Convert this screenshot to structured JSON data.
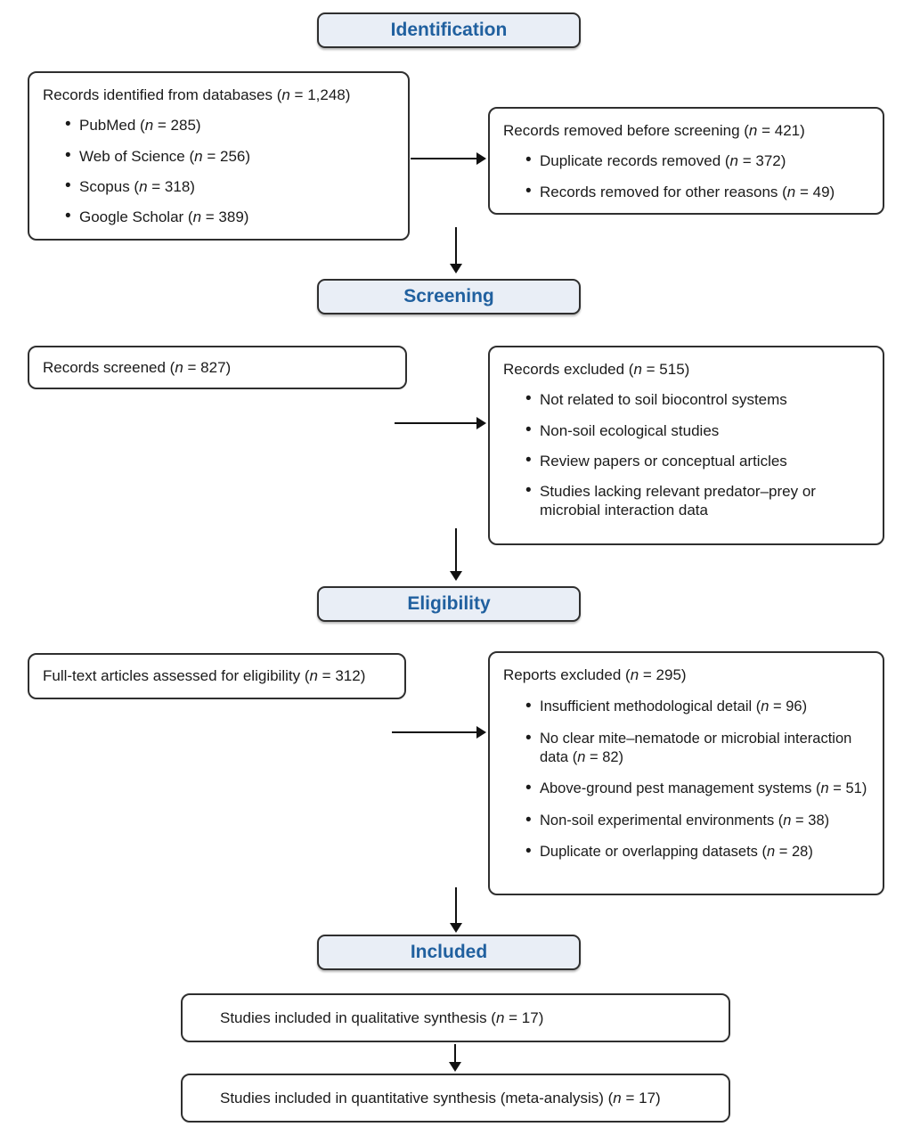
{
  "colors": {
    "header_fill": "#e9eef6",
    "header_text": "#20609f",
    "box_border": "#2f2f2f",
    "arrow": "#111111",
    "background": "#ffffff"
  },
  "headers": {
    "identification": "Identification",
    "screening": "Screening",
    "eligibility": "Eligibility",
    "included": "Included"
  },
  "identification": {
    "records_identified": {
      "title": "Records identified from databases (n = 1,248)",
      "items": [
        "PubMed (n = 285)",
        "Web of Science (n = 256)",
        "Scopus (n = 318)",
        "Google Scholar (n = 389)"
      ]
    },
    "records_removed": {
      "title": "Records removed before screening (n = 421)",
      "items": [
        "Duplicate records removed (n = 372)",
        "Records removed for other reasons (n = 49)"
      ]
    }
  },
  "screening": {
    "records_screened": {
      "title": "Records screened (n = 827)"
    },
    "records_excluded": {
      "title": "Records excluded (n = 515)",
      "items": [
        "Not related to soil biocontrol systems",
        "Non-soil ecological studies",
        "Review papers or conceptual articles",
        "Studies lacking relevant predator–prey or microbial interaction data"
      ]
    }
  },
  "eligibility": {
    "fulltext_assessed": {
      "title": "Full-text articles assessed for eligibility (n = 312)"
    },
    "reports_excluded": {
      "title": "Reports excluded (n = 295)",
      "items": [
        "Insufficient methodological detail (n = 96)",
        "No clear mite–nematode or microbial interaction data (n = 82)",
        "Above-ground pest management systems (n = 51)",
        "Non-soil experimental environments (n = 38)",
        "Duplicate or overlapping datasets (n = 28)"
      ]
    }
  },
  "included": {
    "qualitative": {
      "title": "Studies included in qualitative synthesis (n = 17)"
    },
    "quantitative": {
      "title": "Studies included in quantitative synthesis (meta-analysis) (n = 17)"
    }
  }
}
